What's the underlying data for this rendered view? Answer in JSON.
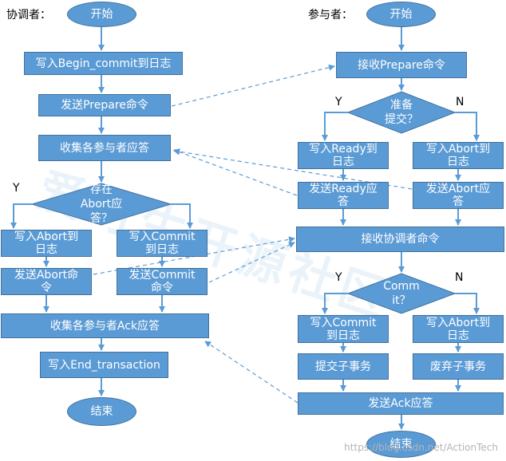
{
  "colors": {
    "node_fill": "#5b9bd5",
    "node_border": "#41719c",
    "arrow": "#5b9bd5"
  },
  "coordinator": {
    "label": "协调者：",
    "start": "开始",
    "write_begin": "写入Begin_commit到日志",
    "send_prepare": "发送Prepare命令",
    "collect_replies": "收集各参与者应答",
    "decision": "存在\nAbort应\n答？",
    "yes": "Y",
    "write_abort": "写入Abort到\n日志",
    "write_commit": "写入Commit\n到日志",
    "send_abort": "发送Abort命\n令",
    "send_commit": "发送Commit\n命令",
    "collect_ack": "收集各参与者Ack应答",
    "write_end": "写入End_transaction",
    "end": "结束"
  },
  "participant": {
    "label": "参与者：",
    "start": "开始",
    "recv_prepare": "接收Prepare命令",
    "decision_prepare": "准备\n提交？",
    "yes": "Y",
    "no": "N",
    "write_ready": "写入Ready到\n日志",
    "write_abort": "写入Abort到\n日志",
    "send_ready": "发送Ready应\n答",
    "send_abort": "发送Abort应\n答",
    "recv_command": "接收协调者命令",
    "decision_commit": "Comm\nit？",
    "yes2": "Y",
    "no2": "N",
    "write_commit": "写入Commit\n到日志",
    "write_abort2": "写入Abort到\n日志",
    "commit_sub": "提交子事务",
    "abort_sub": "废弃子事务",
    "send_ack": "发送Ack应答",
    "end": "结束"
  },
  "watermark": "爱可生开源社区",
  "footer": "https://blog.csdn.net/ActionTech"
}
